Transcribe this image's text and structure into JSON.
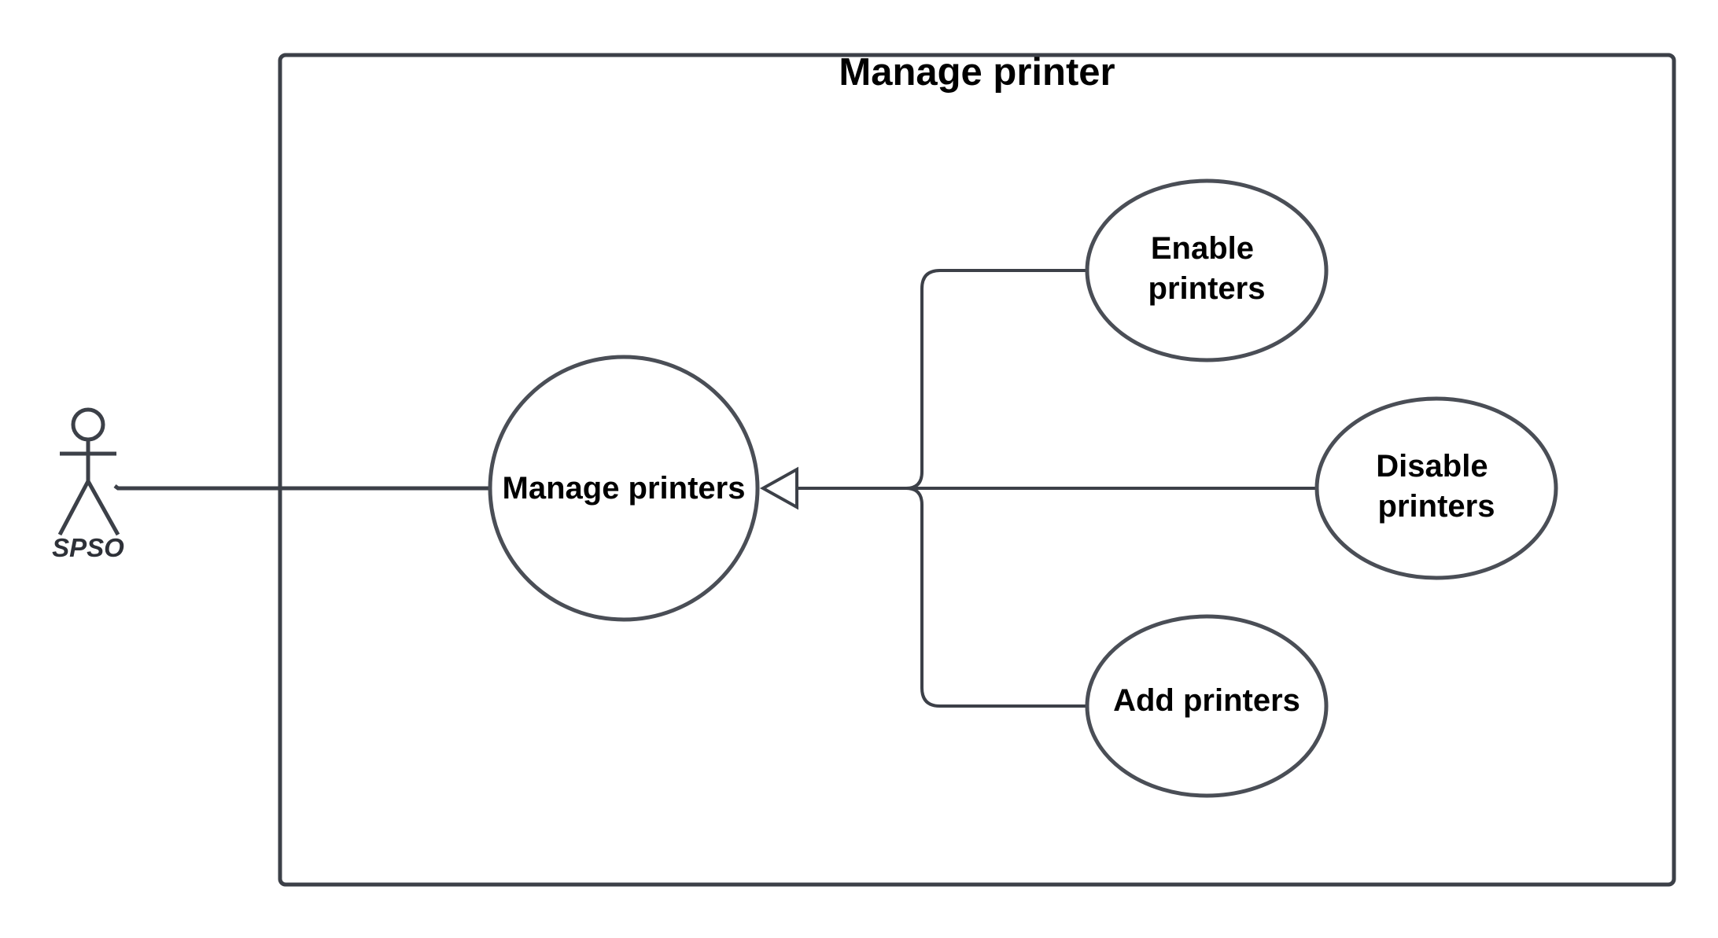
{
  "diagram": {
    "system_title": "Manage printer",
    "actor": {
      "name": "SPSO"
    },
    "use_cases": {
      "manage_printers": "Manage printers",
      "enable_printers": [
        "Enable",
        "printers"
      ],
      "disable_printers": [
        "Disable",
        "printers"
      ],
      "add_printers": "Add printers"
    },
    "relationships": [
      {
        "type": "association",
        "from": "SPSO",
        "to": "Manage printers"
      },
      {
        "type": "generalization",
        "from": "Enable printers",
        "to": "Manage printers"
      },
      {
        "type": "generalization",
        "from": "Disable printers",
        "to": "Manage printers"
      },
      {
        "type": "generalization",
        "from": "Add printers",
        "to": "Manage printers"
      }
    ],
    "colors": {
      "line": "#3c4048",
      "shape_border": "#4a4e56",
      "text": "#000000",
      "background": "#ffffff"
    }
  }
}
